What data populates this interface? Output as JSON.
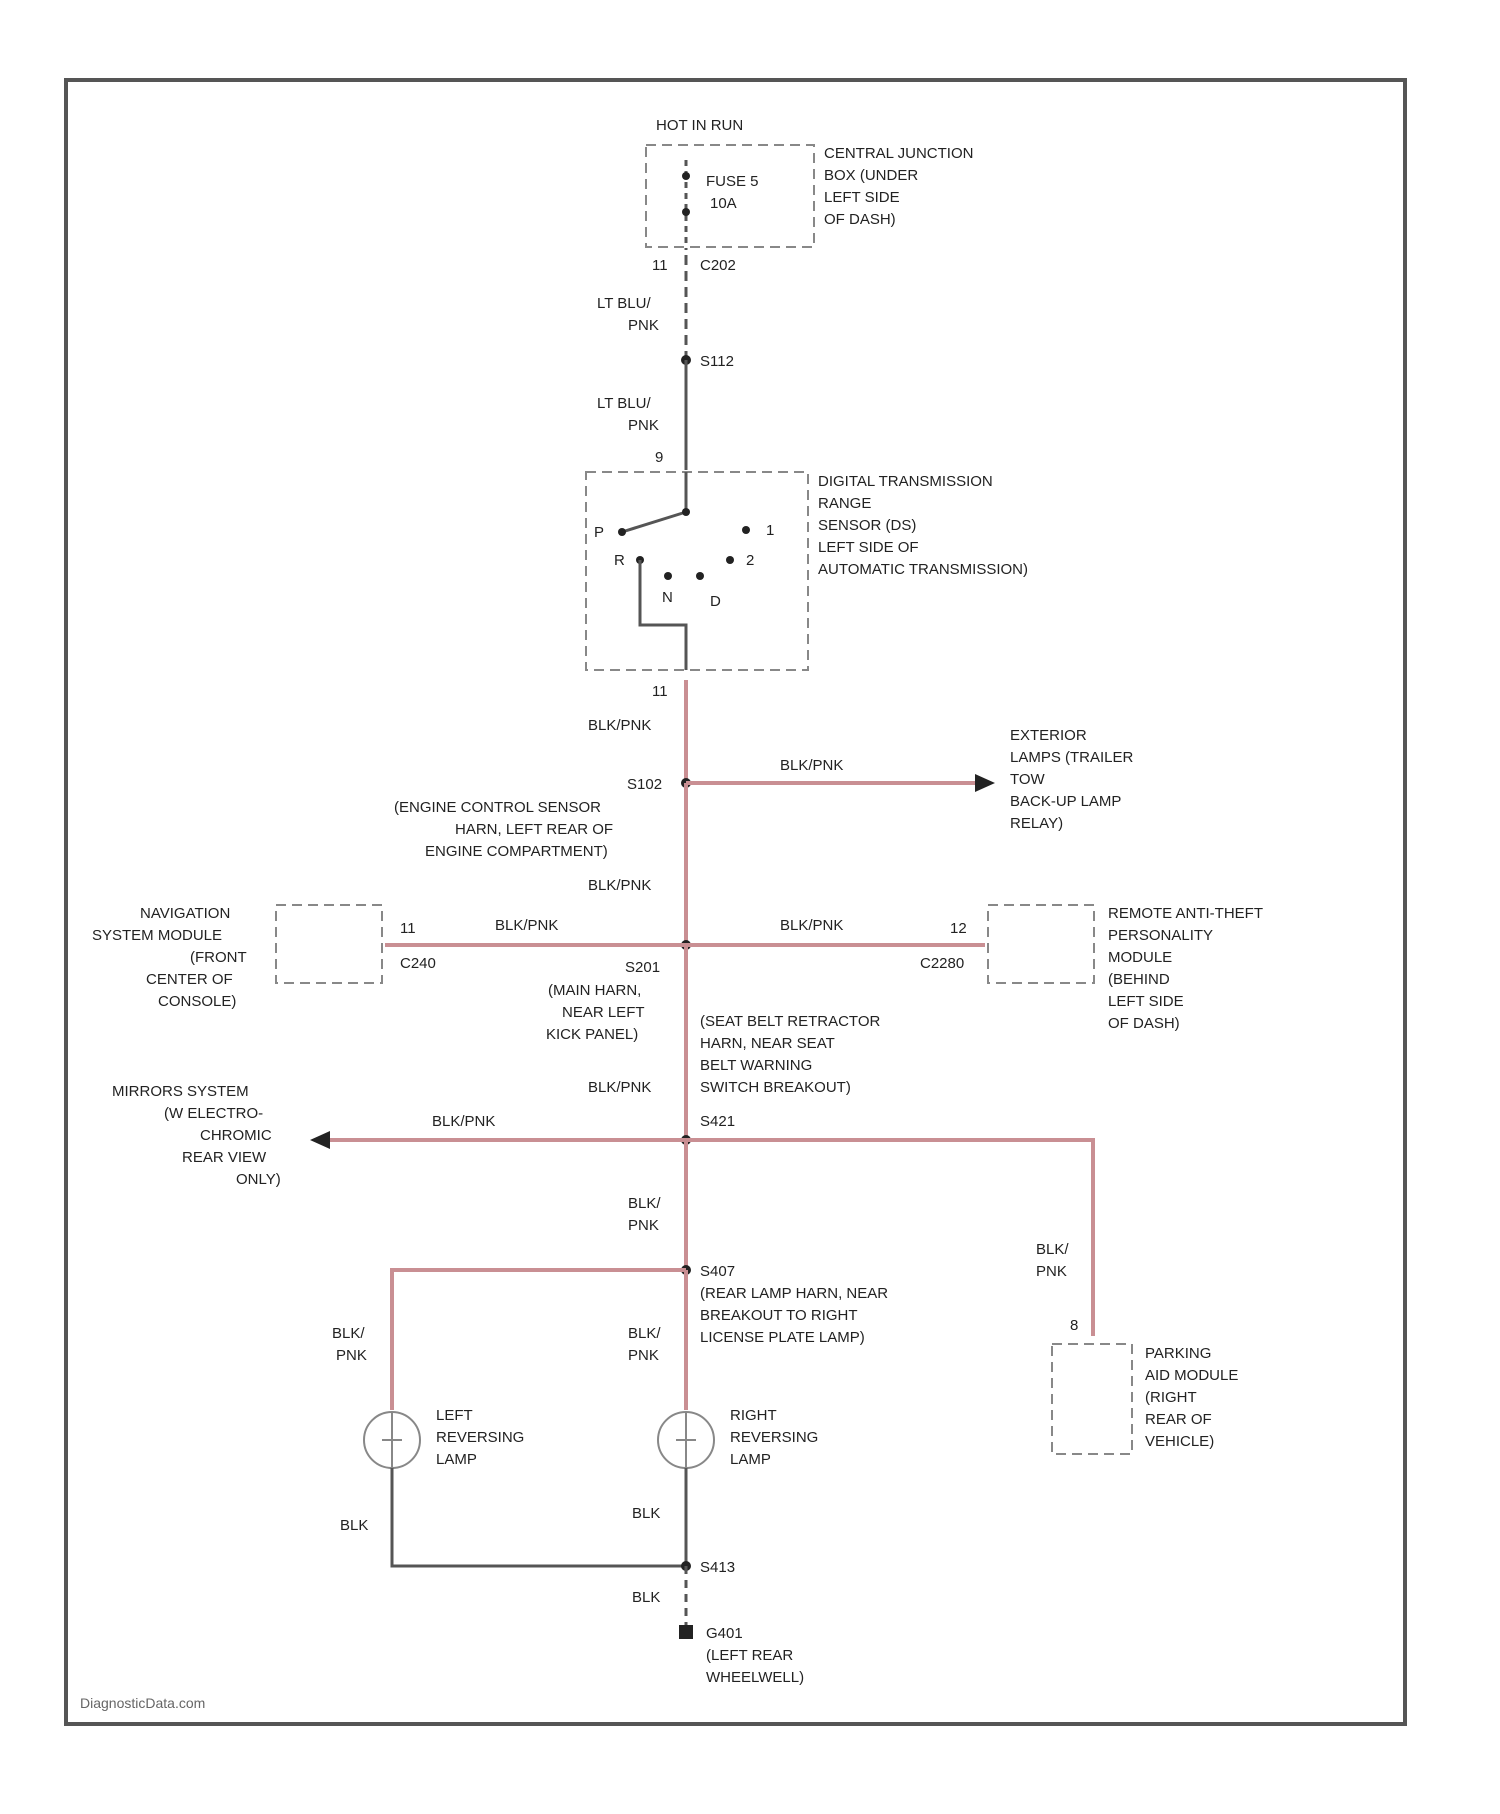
{
  "watermark": "DiagnosticData.com",
  "top_label": "HOT IN RUN",
  "fuse": {
    "name": "FUSE 5",
    "rating": "10A"
  },
  "central_junction": [
    "CENTRAL JUNCTION",
    "BOX (UNDER",
    "LEFT SIDE",
    "OF DASH)"
  ],
  "connectors": {
    "c202_pin": "11",
    "c202": "C202",
    "s112": "S112",
    "dtr_pin_in": "9",
    "dtr_pin_out": "11",
    "s102": "S102",
    "c240_pin": "11",
    "c240": "C240",
    "c2280_pin": "12",
    "c2280": "C2280",
    "s201": "S201",
    "s421": "S421",
    "s407": "S407",
    "pam_pin": "8",
    "s413": "S413",
    "g401": "G401"
  },
  "wires": {
    "ltblu_pnk_a": [
      "LT BLU/",
      "PNK"
    ],
    "ltblu_pnk_b": [
      "LT BLU/",
      "PNK"
    ],
    "blk_pnk": "BLK/PNK",
    "blk_pnk_split": [
      "BLK/",
      "PNK"
    ],
    "blk": "BLK"
  },
  "dtr_sensor": [
    "DIGITAL TRANSMISSION",
    "RANGE",
    "SENSOR (DS)",
    "LEFT SIDE OF",
    "AUTOMATIC TRANSMISSION)"
  ],
  "dtr_positions": {
    "p": "P",
    "r": "R",
    "n": "N",
    "d": "D",
    "two": "2",
    "one": "1"
  },
  "s102_note": [
    "(ENGINE CONTROL SENSOR",
    "HARN, LEFT REAR OF",
    "ENGINE COMPARTMENT)"
  ],
  "exterior_lamps": [
    "EXTERIOR",
    "LAMPS (TRAILER",
    "TOW",
    "BACK-UP LAMP",
    "RELAY)"
  ],
  "nav_module": [
    "NAVIGATION",
    "SYSTEM MODULE",
    "(FRONT",
    "CENTER OF",
    "CONSOLE)"
  ],
  "rap_module": [
    "REMOTE ANTI-THEFT",
    "PERSONALITY",
    "MODULE",
    "(BEHIND",
    "LEFT SIDE",
    "OF DASH)"
  ],
  "s201_note": [
    "(MAIN HARN,",
    "NEAR LEFT",
    "KICK PANEL)"
  ],
  "seat_belt_note": [
    "(SEAT BELT RETRACTOR",
    "HARN, NEAR SEAT",
    "BELT WARNING",
    "SWITCH BREAKOUT)"
  ],
  "mirrors": [
    "MIRRORS SYSTEM",
    "(W ELECTRO-",
    "CHROMIC",
    "REAR VIEW",
    "ONLY)"
  ],
  "s407_note": [
    "(REAR LAMP HARN, NEAR",
    "BREAKOUT TO RIGHT",
    "LICENSE PLATE LAMP)"
  ],
  "parking_aid": [
    "PARKING",
    "AID MODULE",
    "(RIGHT",
    "REAR OF",
    "VEHICLE)"
  ],
  "left_lamp": [
    "LEFT",
    "REVERSING",
    "LAMP"
  ],
  "right_lamp": [
    "RIGHT",
    "REVERSING",
    "LAMP"
  ],
  "g401_note": [
    "(LEFT REAR",
    "WHEELWELL)"
  ]
}
